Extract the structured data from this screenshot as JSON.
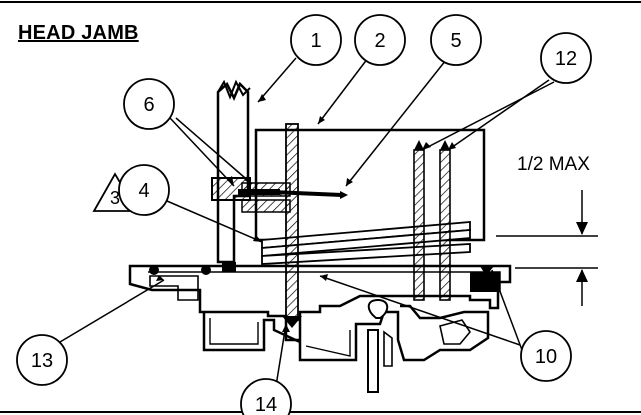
{
  "title": "HEAD JAMB",
  "dimension_label": "1/2 MAX",
  "revision_mark": "3",
  "callouts": [
    "1",
    "2",
    "5",
    "6",
    "12",
    "4",
    "13",
    "14",
    "10"
  ]
}
